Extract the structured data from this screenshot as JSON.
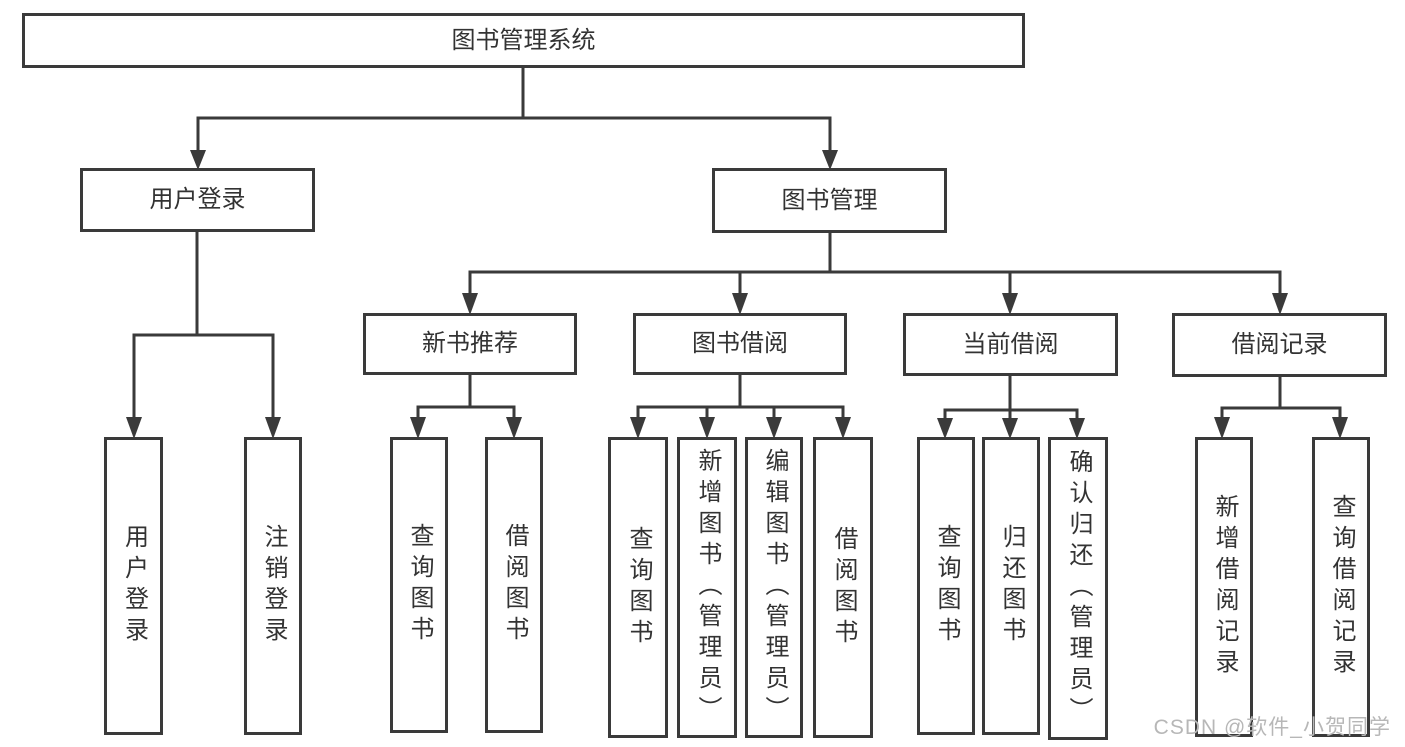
{
  "tree": {
    "label": "图书管理系统",
    "children": [
      {
        "label": "用户登录",
        "children": [
          {
            "label": "用户登录"
          },
          {
            "label": "注销登录"
          }
        ]
      },
      {
        "label": "图书管理",
        "children": [
          {
            "label": "新书推荐",
            "children": [
              {
                "label": "查询图书"
              },
              {
                "label": "借阅图书"
              }
            ]
          },
          {
            "label": "图书借阅",
            "children": [
              {
                "label": "查询图书"
              },
              {
                "label": "新增图书（管理员）"
              },
              {
                "label": "编辑图书（管理员）"
              },
              {
                "label": "借阅图书"
              }
            ]
          },
          {
            "label": "当前借阅",
            "children": [
              {
                "label": "查询图书"
              },
              {
                "label": "归还图书"
              },
              {
                "label": "确认归还（管理员）"
              }
            ]
          },
          {
            "label": "借阅记录",
            "children": [
              {
                "label": "新增借阅记录"
              },
              {
                "label": "查询借阅记录"
              }
            ]
          }
        ]
      }
    ]
  },
  "watermark": {
    "text": "CSDN @软件_小贺同学"
  },
  "colors": {
    "line": "#3a3a3a",
    "text": "#333333",
    "watermark": "#b7b7b7",
    "background": "#ffffff"
  }
}
